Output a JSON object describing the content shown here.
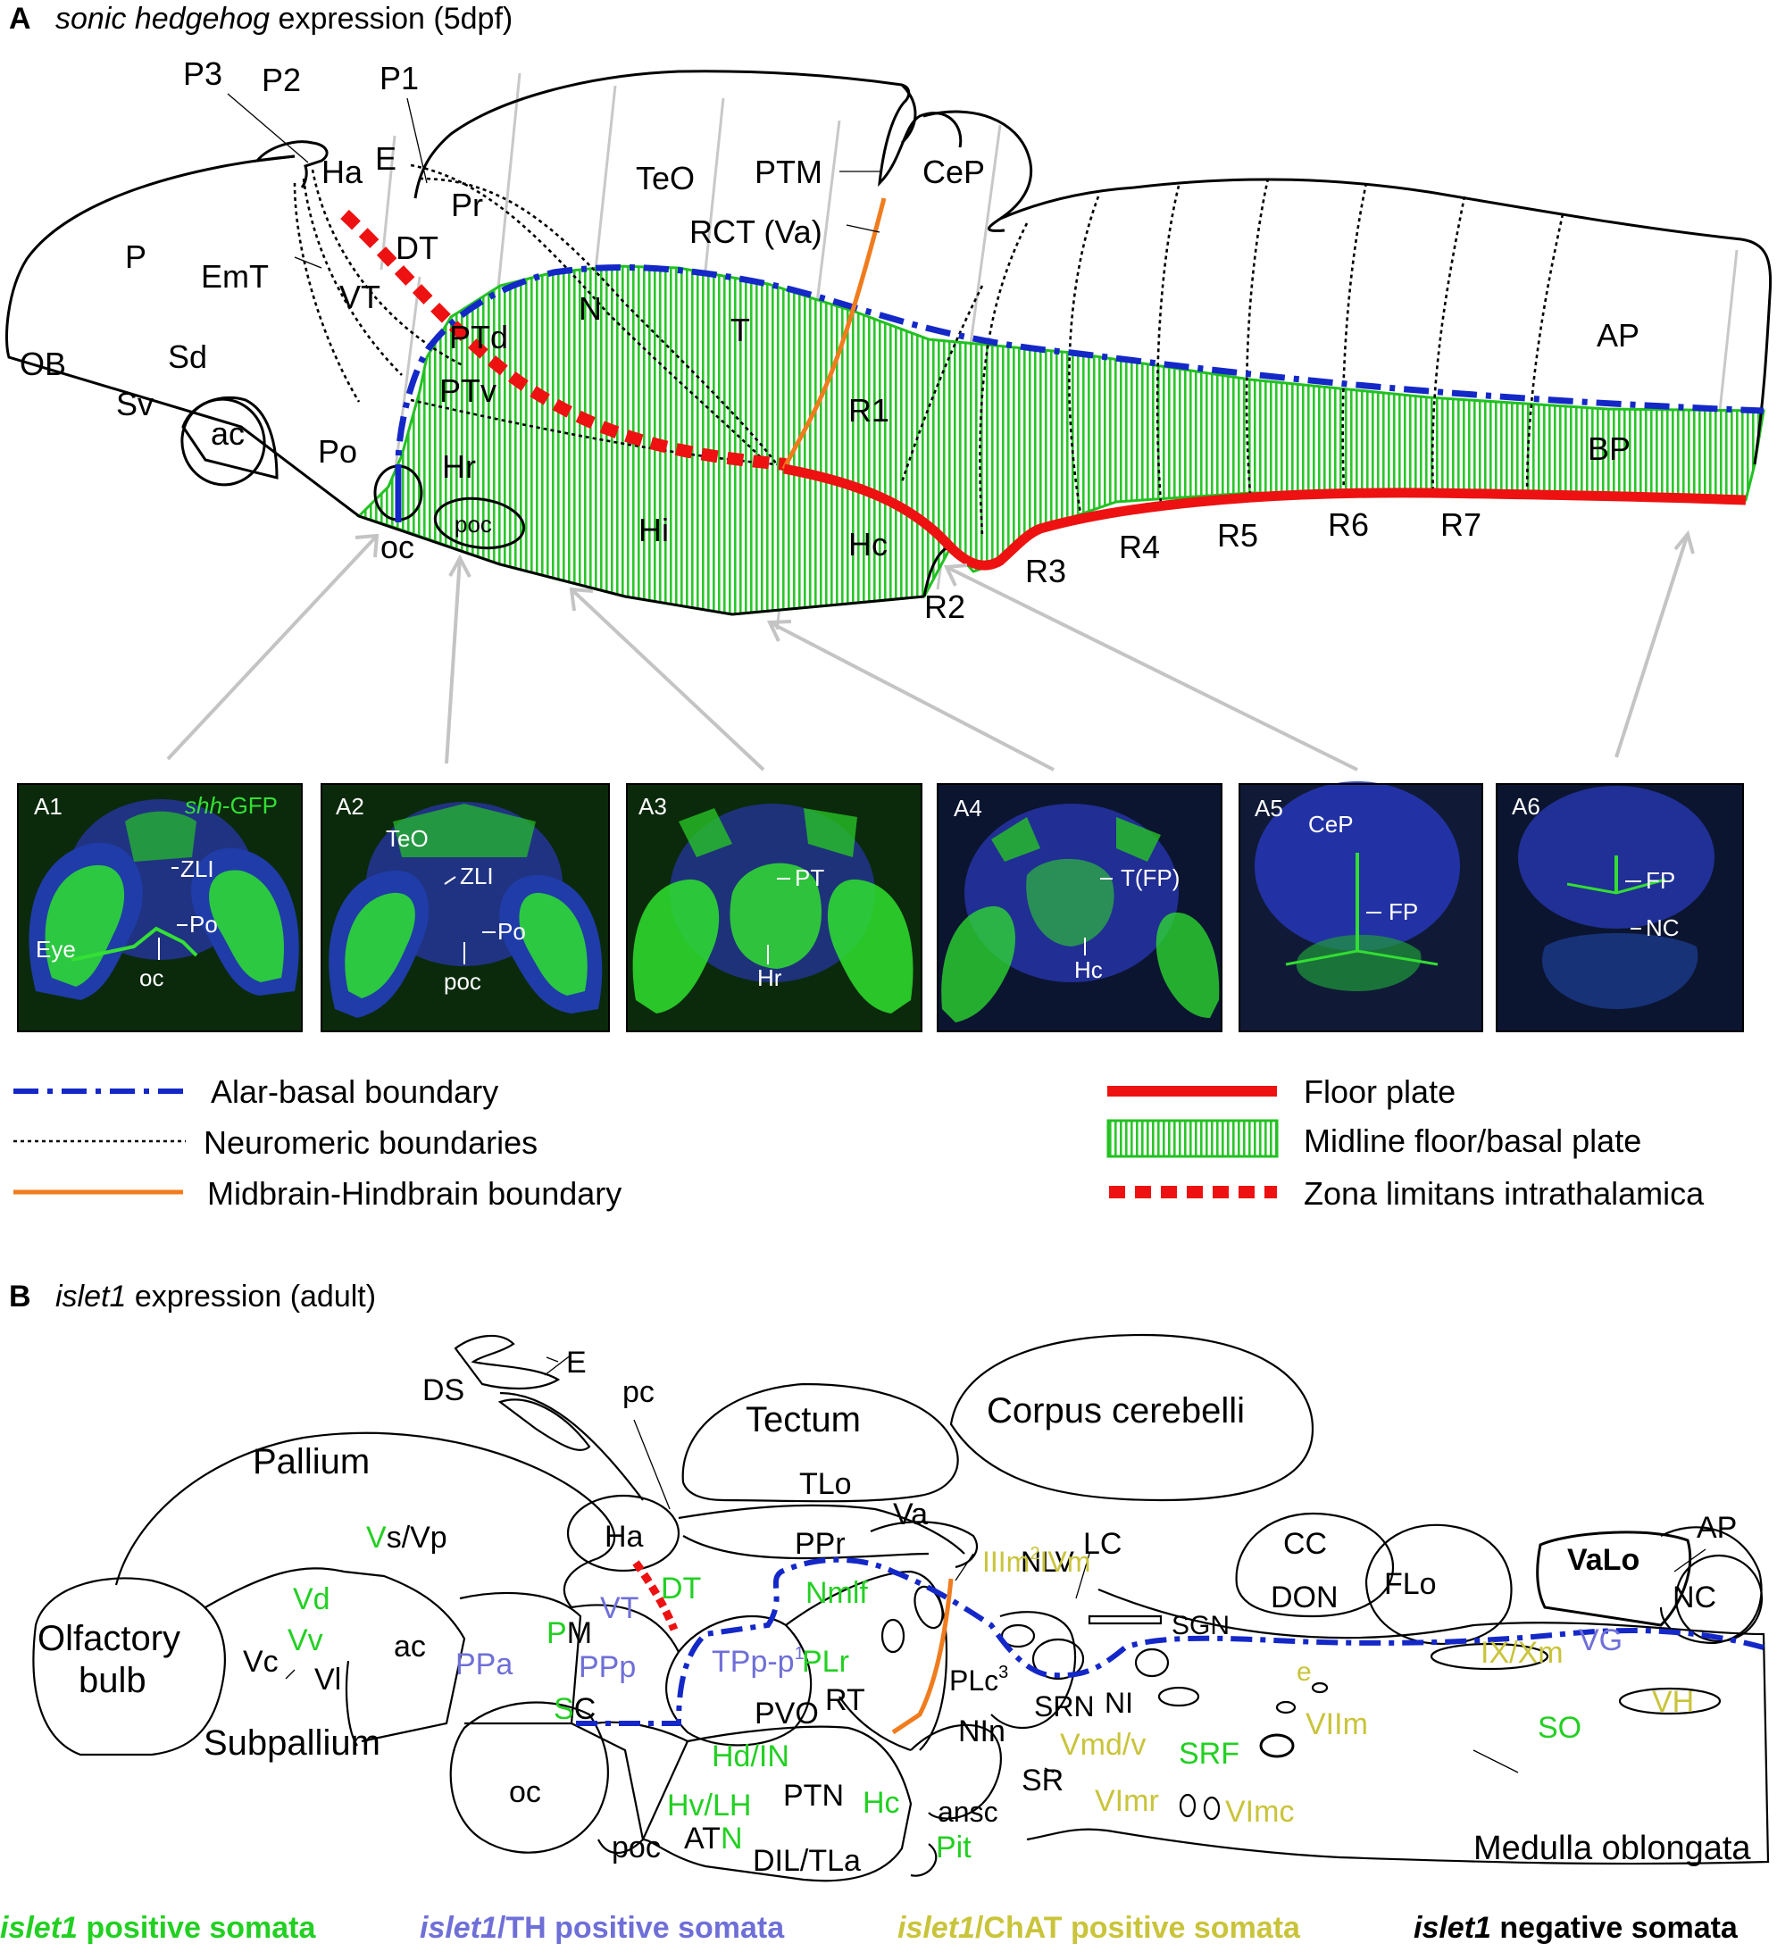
{
  "panelA": {
    "letter": "A",
    "title_italic": "sonic hedgehog",
    "title_rest": " expression (5dpf)",
    "labels": {
      "P3": "P3",
      "P2": "P2",
      "P1": "P1",
      "Ha": "Ha",
      "E": "E",
      "Pr": "Pr",
      "TeO": "TeO",
      "PTM": "PTM",
      "CeP": "CeP",
      "RCT": "RCT (Va)",
      "P": "P",
      "EmT": "EmT",
      "DT": "DT",
      "VT": "VT",
      "N": "N",
      "T": "T",
      "AP": "AP",
      "OB": "OB",
      "Sd": "Sd",
      "Sv": "Sv",
      "ac": "ac",
      "PTd": "PTd",
      "PTv": "PTv",
      "R1": "R1",
      "BP": "BP",
      "Po": "Po",
      "Hr": "Hr",
      "poc": "poc",
      "oc": "oc",
      "Hi": "Hi",
      "Hc": "Hc",
      "R2": "R2",
      "R3": "R3",
      "R4": "R4",
      "R5": "R5",
      "R6": "R6",
      "R7": "R7"
    },
    "sections": [
      {
        "id": "A1",
        "tag": "shh-GFP",
        "labels": [
          "ZLI",
          "Po",
          "Eye",
          "oc"
        ]
      },
      {
        "id": "A2",
        "labels": [
          "TeO",
          "ZLI",
          "Po",
          "poc"
        ]
      },
      {
        "id": "A3",
        "labels": [
          "PT",
          "Hr"
        ]
      },
      {
        "id": "A4",
        "labels": [
          "T(FP)",
          "Hc"
        ]
      },
      {
        "id": "A5",
        "labels": [
          "CeP",
          "FP"
        ]
      },
      {
        "id": "A6",
        "labels": [
          "FP",
          "NC"
        ]
      }
    ],
    "legend": {
      "alar_basal": "Alar-basal boundary",
      "neuromeric": "Neuromeric boundaries",
      "mhb": "Midbrain-Hindbrain boundary",
      "floor": "Floor plate",
      "midline": "Midline floor/basal plate",
      "zli": "Zona limitans intrathalamica"
    }
  },
  "panelB": {
    "letter": "B",
    "title_italic": "islet1",
    "title_rest": " expression (adult)",
    "labels": {
      "E": "E",
      "DS": "DS",
      "pc": "pc",
      "Tectum": "Tectum",
      "Corpus": "Corpus cerebelli",
      "Pallium": "Pallium",
      "TLo": "TLo",
      "Ha": "Ha",
      "Va": "Va",
      "CC": "CC",
      "AP": "AP",
      "Vs": "V",
      "Vs_rest": "s/Vp",
      "PPr": "PPr",
      "LC": "LC",
      "VaLo": "VaLo",
      "DON": "DON",
      "FLo": "FLo",
      "NC": "NC",
      "Vd": "Vd",
      "DT": "DT",
      "Nmlf": "Nmlf",
      "NLV": "NLV",
      "Olfactory": "Olfactory",
      "bulb": "bulb",
      "Vv": "Vv",
      "ac": "ac",
      "VT": "VT",
      "PM_P": "P",
      "PM_M": "M",
      "SGN": "SGN",
      "IXXm": "IX/Xm",
      "VG": "VG",
      "Vc": "Vc",
      "Vl": "Vl",
      "PPa": "PPa",
      "PPp": "PPp",
      "TPp": "TPp-p",
      "PLr": "PLr",
      "PLc": "PLc",
      "SRN": "SRN",
      "NI": "NI",
      "e": "e",
      "SC_S": "S",
      "SC_C": "C",
      "RT": "RT",
      "PVO": "PVO",
      "NIn": "NIn",
      "Vmdv": "Vmd/v",
      "SRF": "SRF",
      "VIIm": "VIIm",
      "SO": "SO",
      "VH": "VH",
      "Subpallium": "Subpallium",
      "HdIN": "Hd/IN",
      "oc": "oc",
      "SR": "SR",
      "HvLH": "Hv/LH",
      "PTN": "PTN",
      "Hc": "Hc",
      "VImr": "VImr",
      "VImc": "VImc",
      "ansc": "ansc",
      "AT": "AT",
      "ATN_N": "N",
      "poc": "poc",
      "DIL": "DIL/TLa",
      "Pit": "Pit",
      "Medulla": "Medulla oblongata",
      "IIIm": "IIIm",
      "IVm": "IVm",
      "sup1": "1",
      "sup2": "2",
      "sup3": "3"
    },
    "legend": {
      "pos_italic": "islet1",
      "pos_rest": " positive somata",
      "th_italic": "islet1",
      "th_rest": "/TH positive somata",
      "chat_italic": "islet1",
      "chat_rest": "/ChAT positive somata",
      "neg_italic": "islet1",
      "neg_rest": " negative somata"
    }
  },
  "colors": {
    "alar_basal": "#1428c8",
    "floor": "#ee1111",
    "mhb": "#f07c1e",
    "midline": "#1fcc1f",
    "islet_pos": "#22d022",
    "islet_th": "#6f6fd8",
    "islet_chat": "#c9c43a"
  }
}
